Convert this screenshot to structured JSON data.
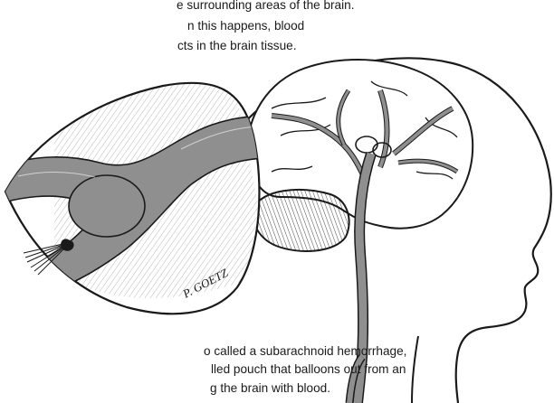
{
  "text_top": [
    "e surrounding areas of the brain.",
    "n this happens, blood",
    "cts in the brain tissue."
  ],
  "text_bottom": [
    "o called a subarachnoid hemorrhage,",
    "lled pouch that balloons out from an",
    "g the brain with blood."
  ],
  "signature": "P. GOETZ",
  "colors": {
    "vessel_fill": "#8f8f8f",
    "line": "#1a1a1a",
    "background": "#ffffff"
  }
}
